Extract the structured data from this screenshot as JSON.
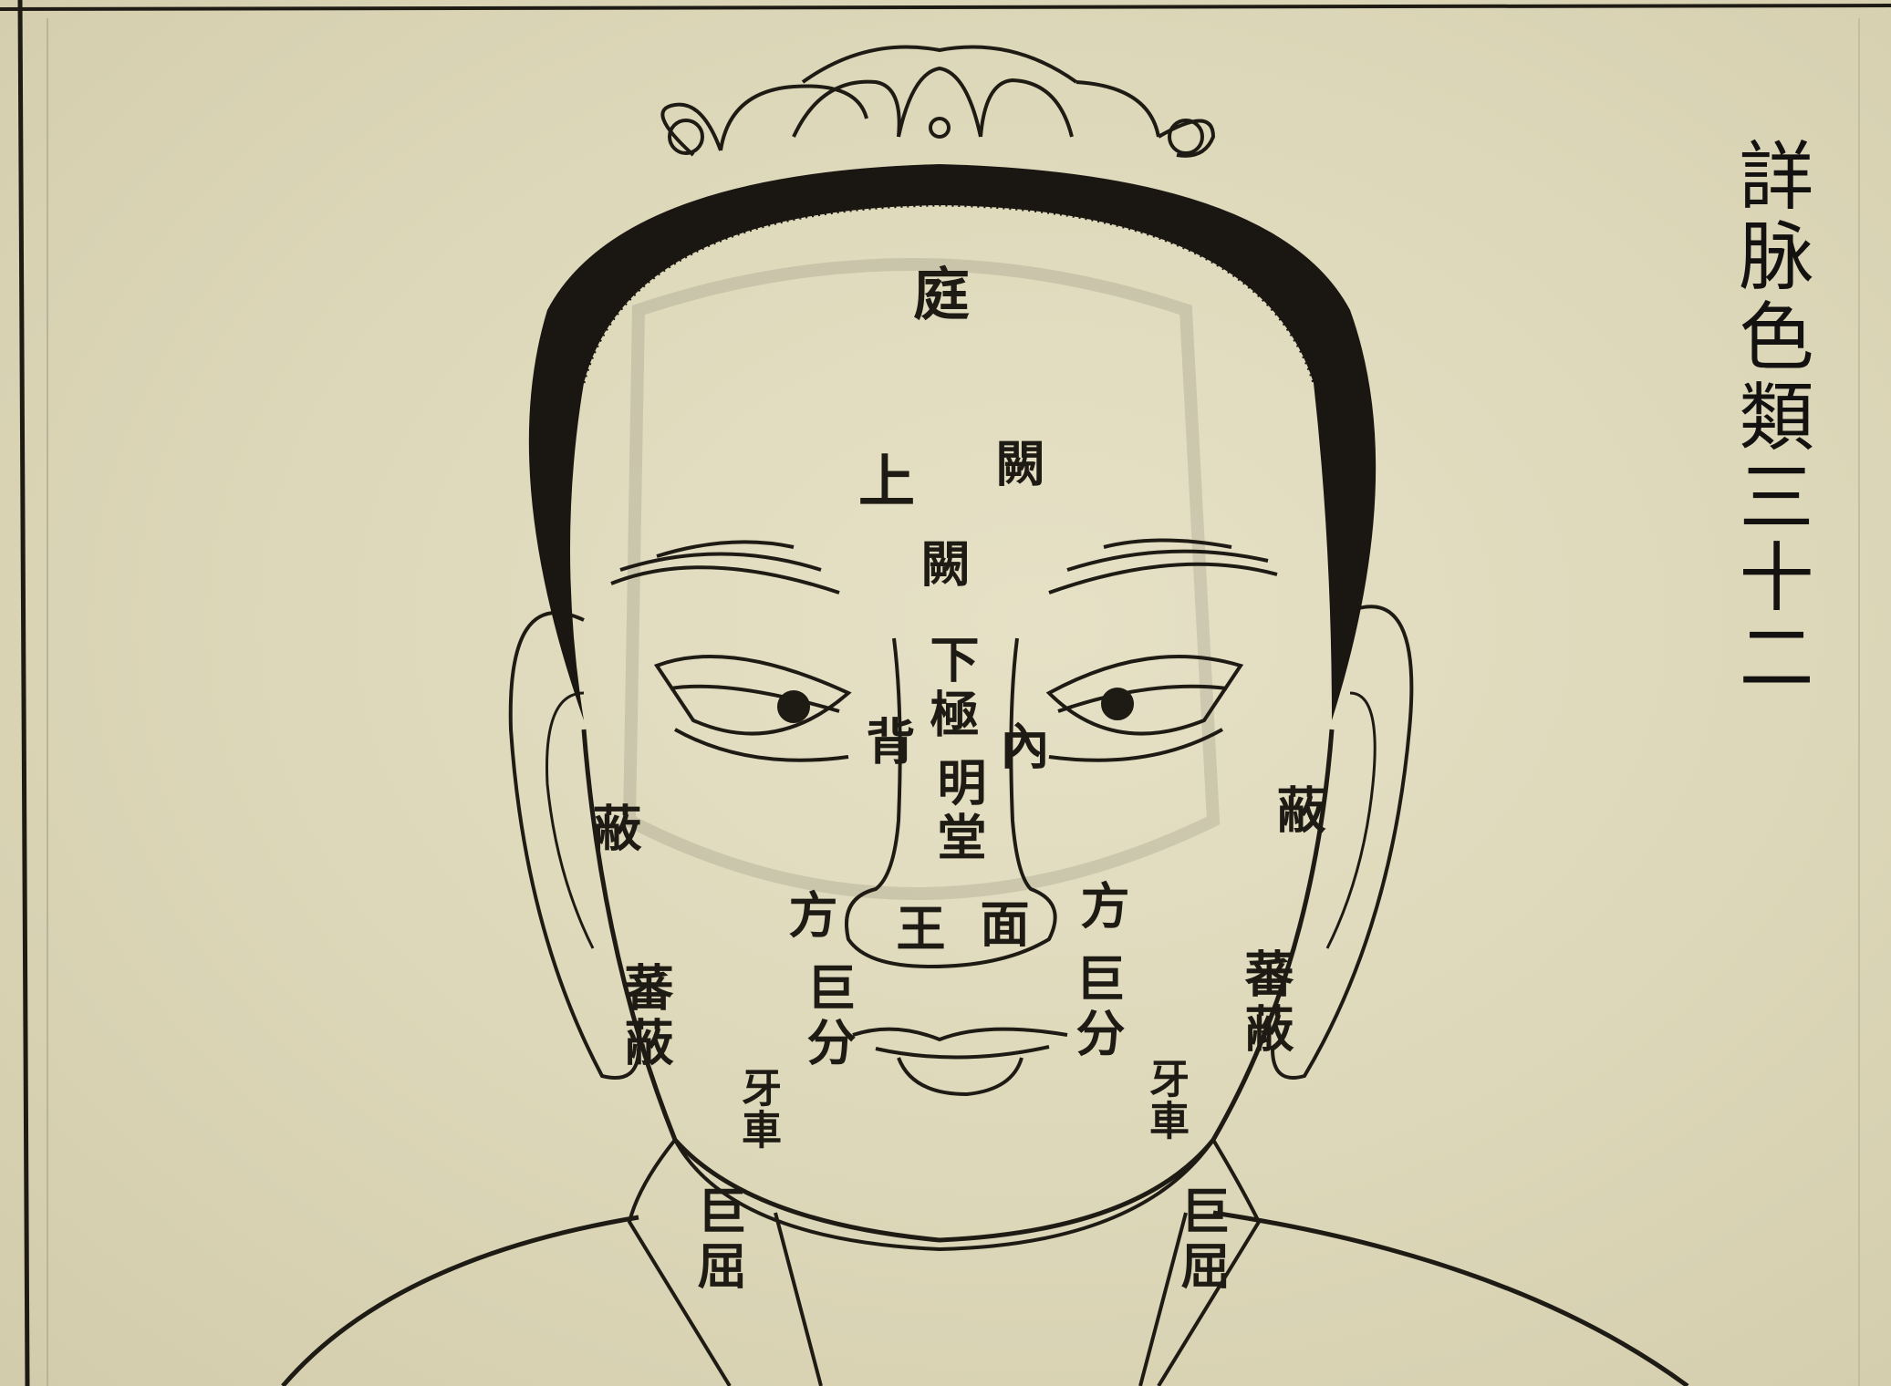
{
  "caption": "詳脉色類三十二",
  "face_labels": {
    "ting": "庭",
    "shang": "上",
    "que_upper": "闕",
    "que_middle": "闕",
    "xia_ji": "下極",
    "bei": "背",
    "nei": "內",
    "ming_tang": "明堂",
    "wang": "王",
    "mian": "面",
    "fang_left": "方",
    "fang_right": "方",
    "ju_fen_left": "巨分",
    "ju_fen_right": "巨分",
    "bi_left": "蔽",
    "bi_right": "蔽",
    "fan_bi_left": "蕃蔽",
    "fan_bi_right": "蕃蔽",
    "ya_che_left": "牙車",
    "ya_che_right": "牙車",
    "ju_qu_left": "巨屈",
    "ju_qu_right": "巨屈"
  },
  "colors": {
    "paper": "#e2dcbf",
    "ink": "#1e1b14",
    "hair": "#1a1712"
  }
}
